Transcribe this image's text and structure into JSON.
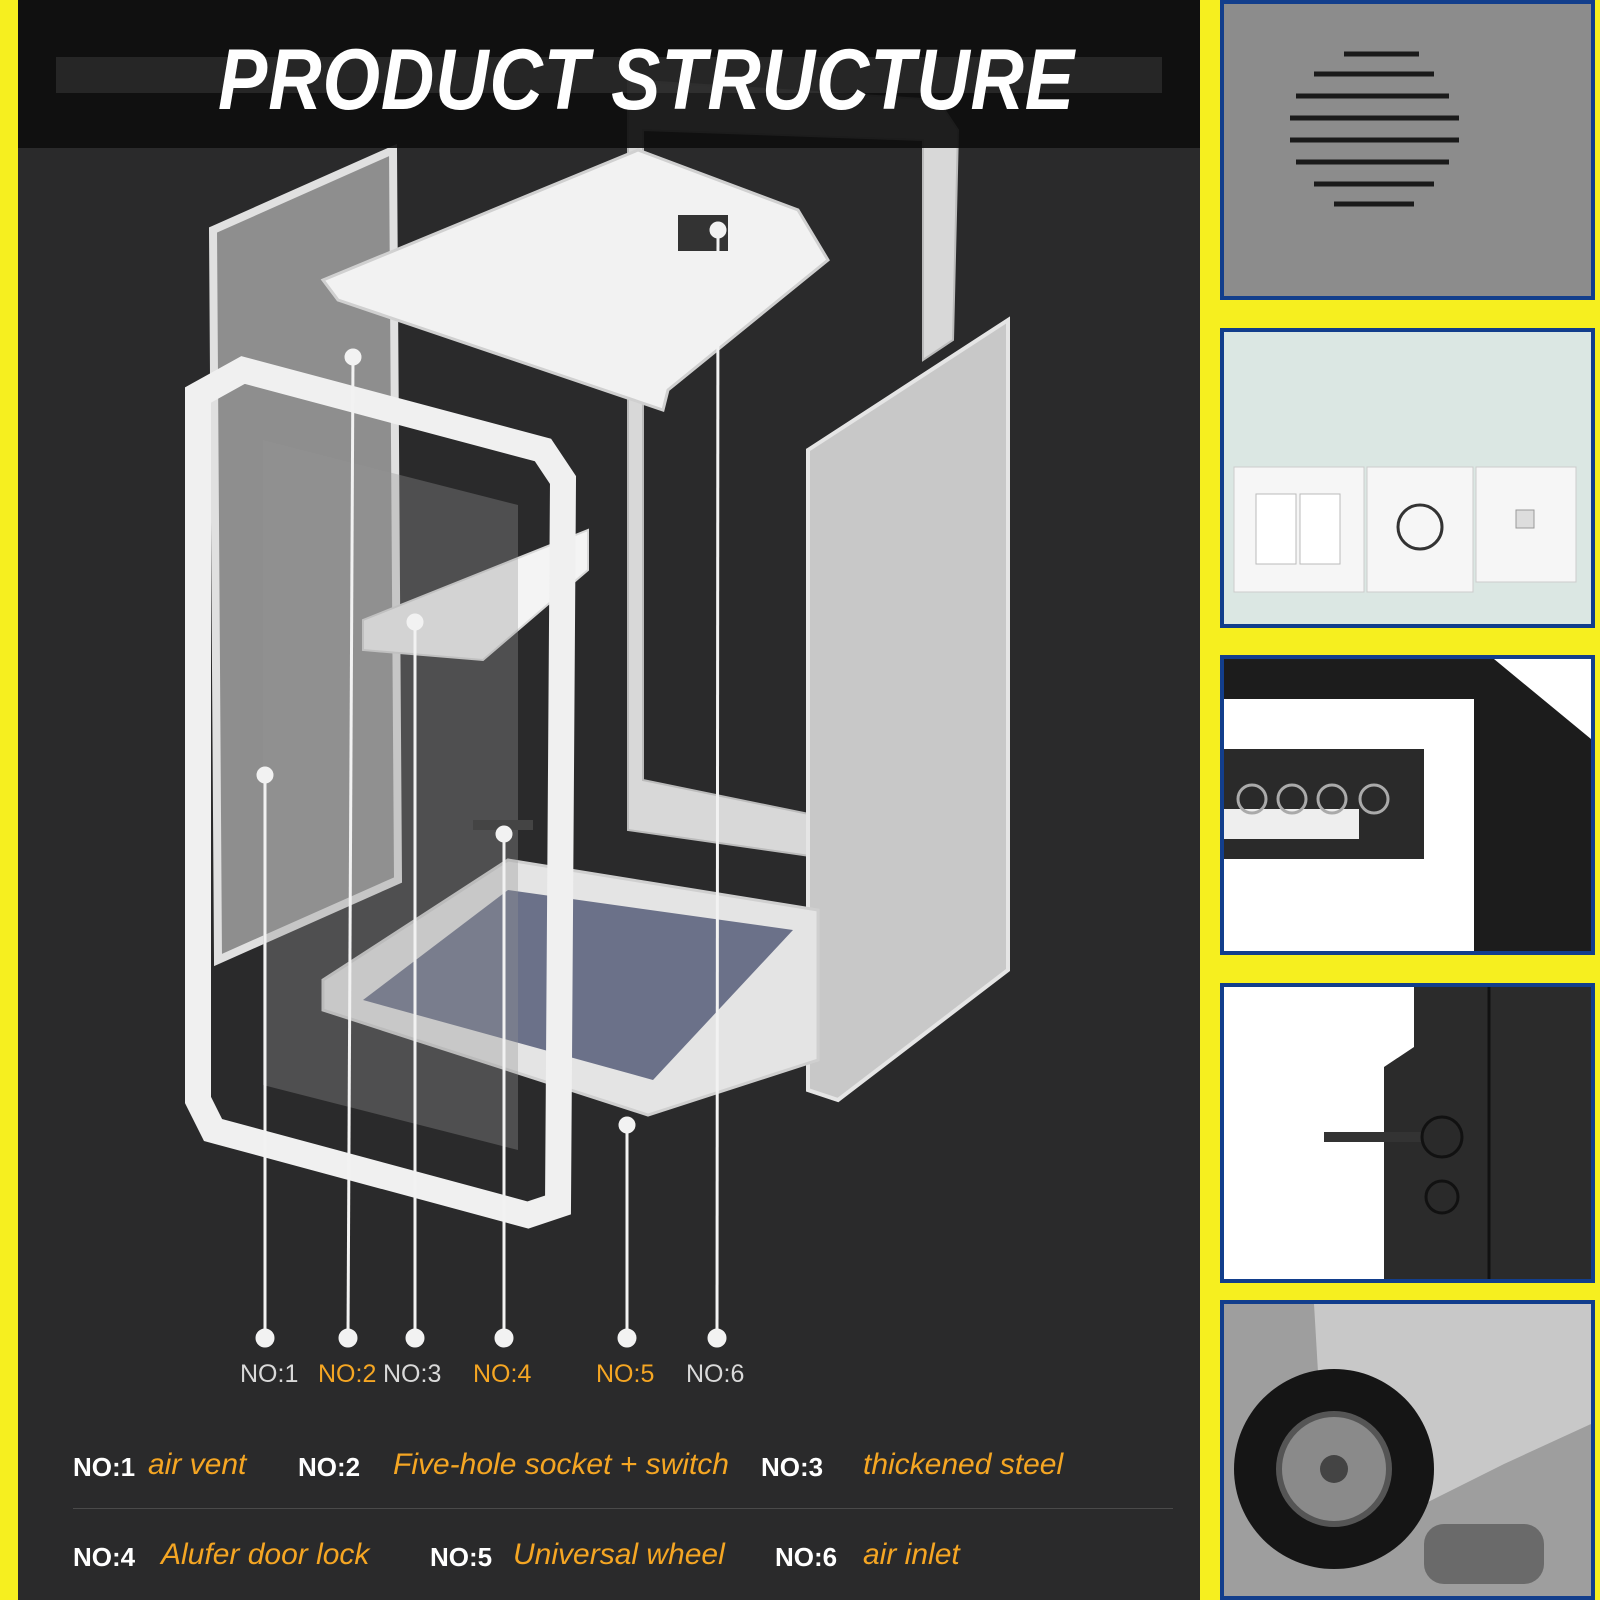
{
  "title": "PRODUCT STRUCTURE",
  "callouts": [
    {
      "label": "NO:1",
      "accent": false
    },
    {
      "label": "NO:2",
      "accent": true
    },
    {
      "label": "NO:3",
      "accent": false
    },
    {
      "label": "NO:4",
      "accent": true
    },
    {
      "label": "NO:5",
      "accent": true
    },
    {
      "label": "NO:6",
      "accent": false
    }
  ],
  "legend": [
    {
      "num": "NO:1",
      "desc": "air vent"
    },
    {
      "num": "NO:2",
      "desc": "Five-hole socket + switch"
    },
    {
      "num": "NO:3",
      "desc": "thickened steel"
    },
    {
      "num": "NO:4",
      "desc": "Alufer door lock"
    },
    {
      "num": "NO:5",
      "desc": "Universal wheel"
    },
    {
      "num": "NO:6",
      "desc": "air inlet"
    }
  ],
  "side_photos": [
    "air-vent-photo",
    "socket-switch-photo",
    "steel-frame-photo",
    "door-lock-photo",
    "wheel-photo"
  ],
  "colors": {
    "background": "#f6ef1f",
    "panel": "#2a2a2b",
    "accent": "#f5a623",
    "frame": "#123e8c"
  }
}
